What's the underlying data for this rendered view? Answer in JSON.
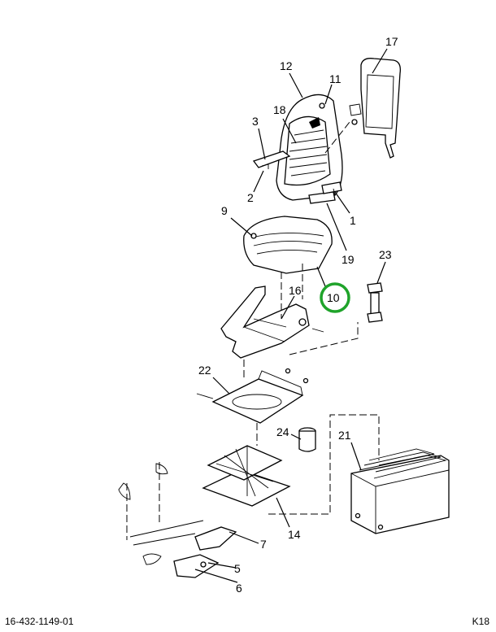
{
  "callouts": {
    "c1": "1",
    "c2": "2",
    "c3": "3",
    "c5": "5",
    "c6": "6",
    "c7": "7",
    "c9": "9",
    "c10": "10",
    "c11": "11",
    "c12": "12",
    "c14": "14",
    "c16": "16",
    "c17": "17",
    "c18": "18",
    "c19": "19",
    "c21": "21",
    "c22": "22",
    "c23": "23",
    "c24": "24"
  },
  "highlight": {
    "callout": "10",
    "color": "#1fa32a"
  },
  "footer": {
    "left": "16-432-1149-01",
    "right": "K18"
  }
}
